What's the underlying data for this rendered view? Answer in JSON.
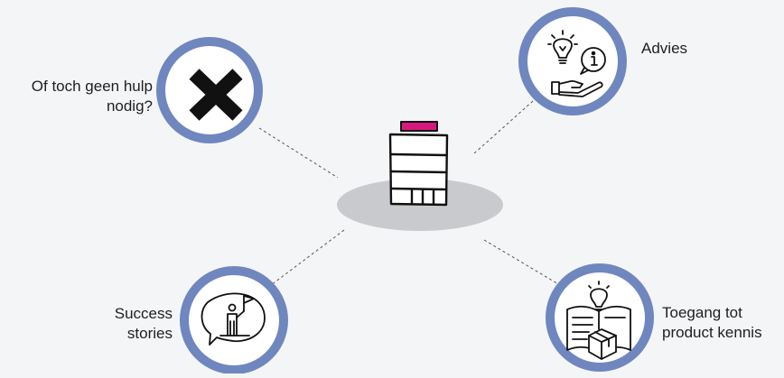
{
  "nodes": {
    "no_help": {
      "label_lines": [
        "Of toch geen hulp",
        "nodig?"
      ]
    },
    "advice": {
      "label_lines": [
        "Advies"
      ]
    },
    "success": {
      "label_lines": [
        "Success",
        "stories"
      ]
    },
    "knowledge": {
      "label_lines": [
        "Toegang tot",
        "product kennis"
      ]
    }
  },
  "colors": {
    "ring": "#6f86bf",
    "platform": "#c9cacd",
    "accent": "#d6197f",
    "ink": "#111111",
    "connector": "#555555",
    "background": "#f4f5f7"
  },
  "icons": {
    "center": "building-icon",
    "no_help": "cross-icon",
    "advice": "lightbulb-info-hand-icon",
    "success": "flag-speech-bubble-icon",
    "knowledge": "book-lightbulb-box-icon"
  }
}
